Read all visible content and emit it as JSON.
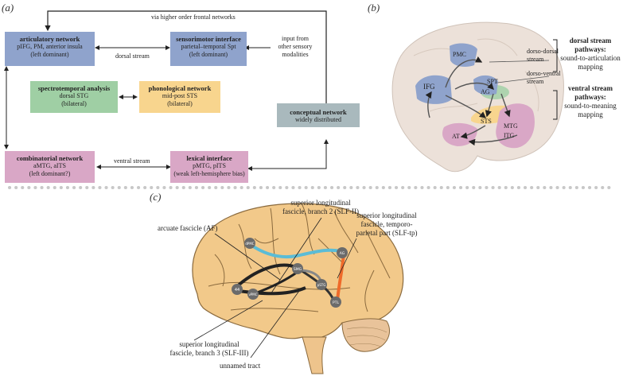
{
  "panel_a": {
    "label": "(a)",
    "top_arrow_label": "via higher order frontal networks",
    "dorsal_stream": "dorsal stream",
    "ventral_stream": "ventral stream",
    "input_note": [
      "input from",
      "other sensory",
      "modalities"
    ],
    "boxes": {
      "articulatory": {
        "title": "articulatory network",
        "lines": [
          "pIFG, PM, anterior insula",
          "(left dominant)"
        ],
        "color": "#8fa3cc"
      },
      "sensorimotor": {
        "title": "sensorimotor interface",
        "lines": [
          "parietal–temporal Spt",
          "(left dominant)"
        ],
        "color": "#8fa3cc"
      },
      "spectrotemporal": {
        "title": "spectrotemporal analysis",
        "lines": [
          "dorsal STG",
          "(bilateral)"
        ],
        "color": "#9fcfa4"
      },
      "phonological": {
        "title": "phonological network",
        "lines": [
          "mid-post STS",
          "(bilateral)"
        ],
        "color": "#f8d58e"
      },
      "conceptual": {
        "title": "conceptual network",
        "lines": [
          "widely distributed"
        ],
        "color": "#a9b9bd"
      },
      "combinatorial": {
        "title": "combinatorial network",
        "lines": [
          "aMTG, aITS",
          "(left dominant?)"
        ],
        "color": "#d9a7c6"
      },
      "lexical": {
        "title": "lexical interface",
        "lines": [
          "pMTG, pITS",
          "(weak left-hemisphere bias)"
        ],
        "color": "#d9a7c6"
      }
    }
  },
  "panel_b": {
    "label": "(b)",
    "regions": [
      "PMC",
      "IFG",
      "AG",
      "SPT",
      "STS",
      "MTG",
      "ITG",
      "AT"
    ],
    "dorso_dorsal": [
      "dorso-dorsal",
      "stream"
    ],
    "dorso_ventral": [
      "dorso-ventral",
      "stream"
    ],
    "dorsal_title": [
      "dorsal stream",
      "pathways:"
    ],
    "dorsal_desc": [
      "sound-to-articulation",
      "mapping"
    ],
    "ventral_title": [
      "ventral stream",
      "pathways:"
    ],
    "ventral_desc": [
      "sound-to-meaning",
      "mapping"
    ]
  },
  "panel_c": {
    "label": "(c)",
    "af": "arcuate fascicle (AF)",
    "slf2": [
      "superior longitudinal",
      "fascicle, branch 2 (SLF-II)"
    ],
    "slftp": [
      "superior longitudinal",
      "fascicle, temporo-",
      "parietal part (SLF-tp)"
    ],
    "slf3": [
      "superior longitudinal",
      "fascicle, branch 3 (SLF-III)"
    ],
    "unnamed": "unnamed tract",
    "nodes": [
      "dPMC",
      "AG",
      "SMG",
      "44",
      "vPMC",
      "pSTG",
      "PTL"
    ]
  },
  "colors": {
    "af_tract": "#5bbcd6",
    "slftp_tract": "#ef6a2a",
    "brain": "#f2c98a",
    "brain_b": "#ece1d9",
    "node": "#6b6b6b"
  }
}
